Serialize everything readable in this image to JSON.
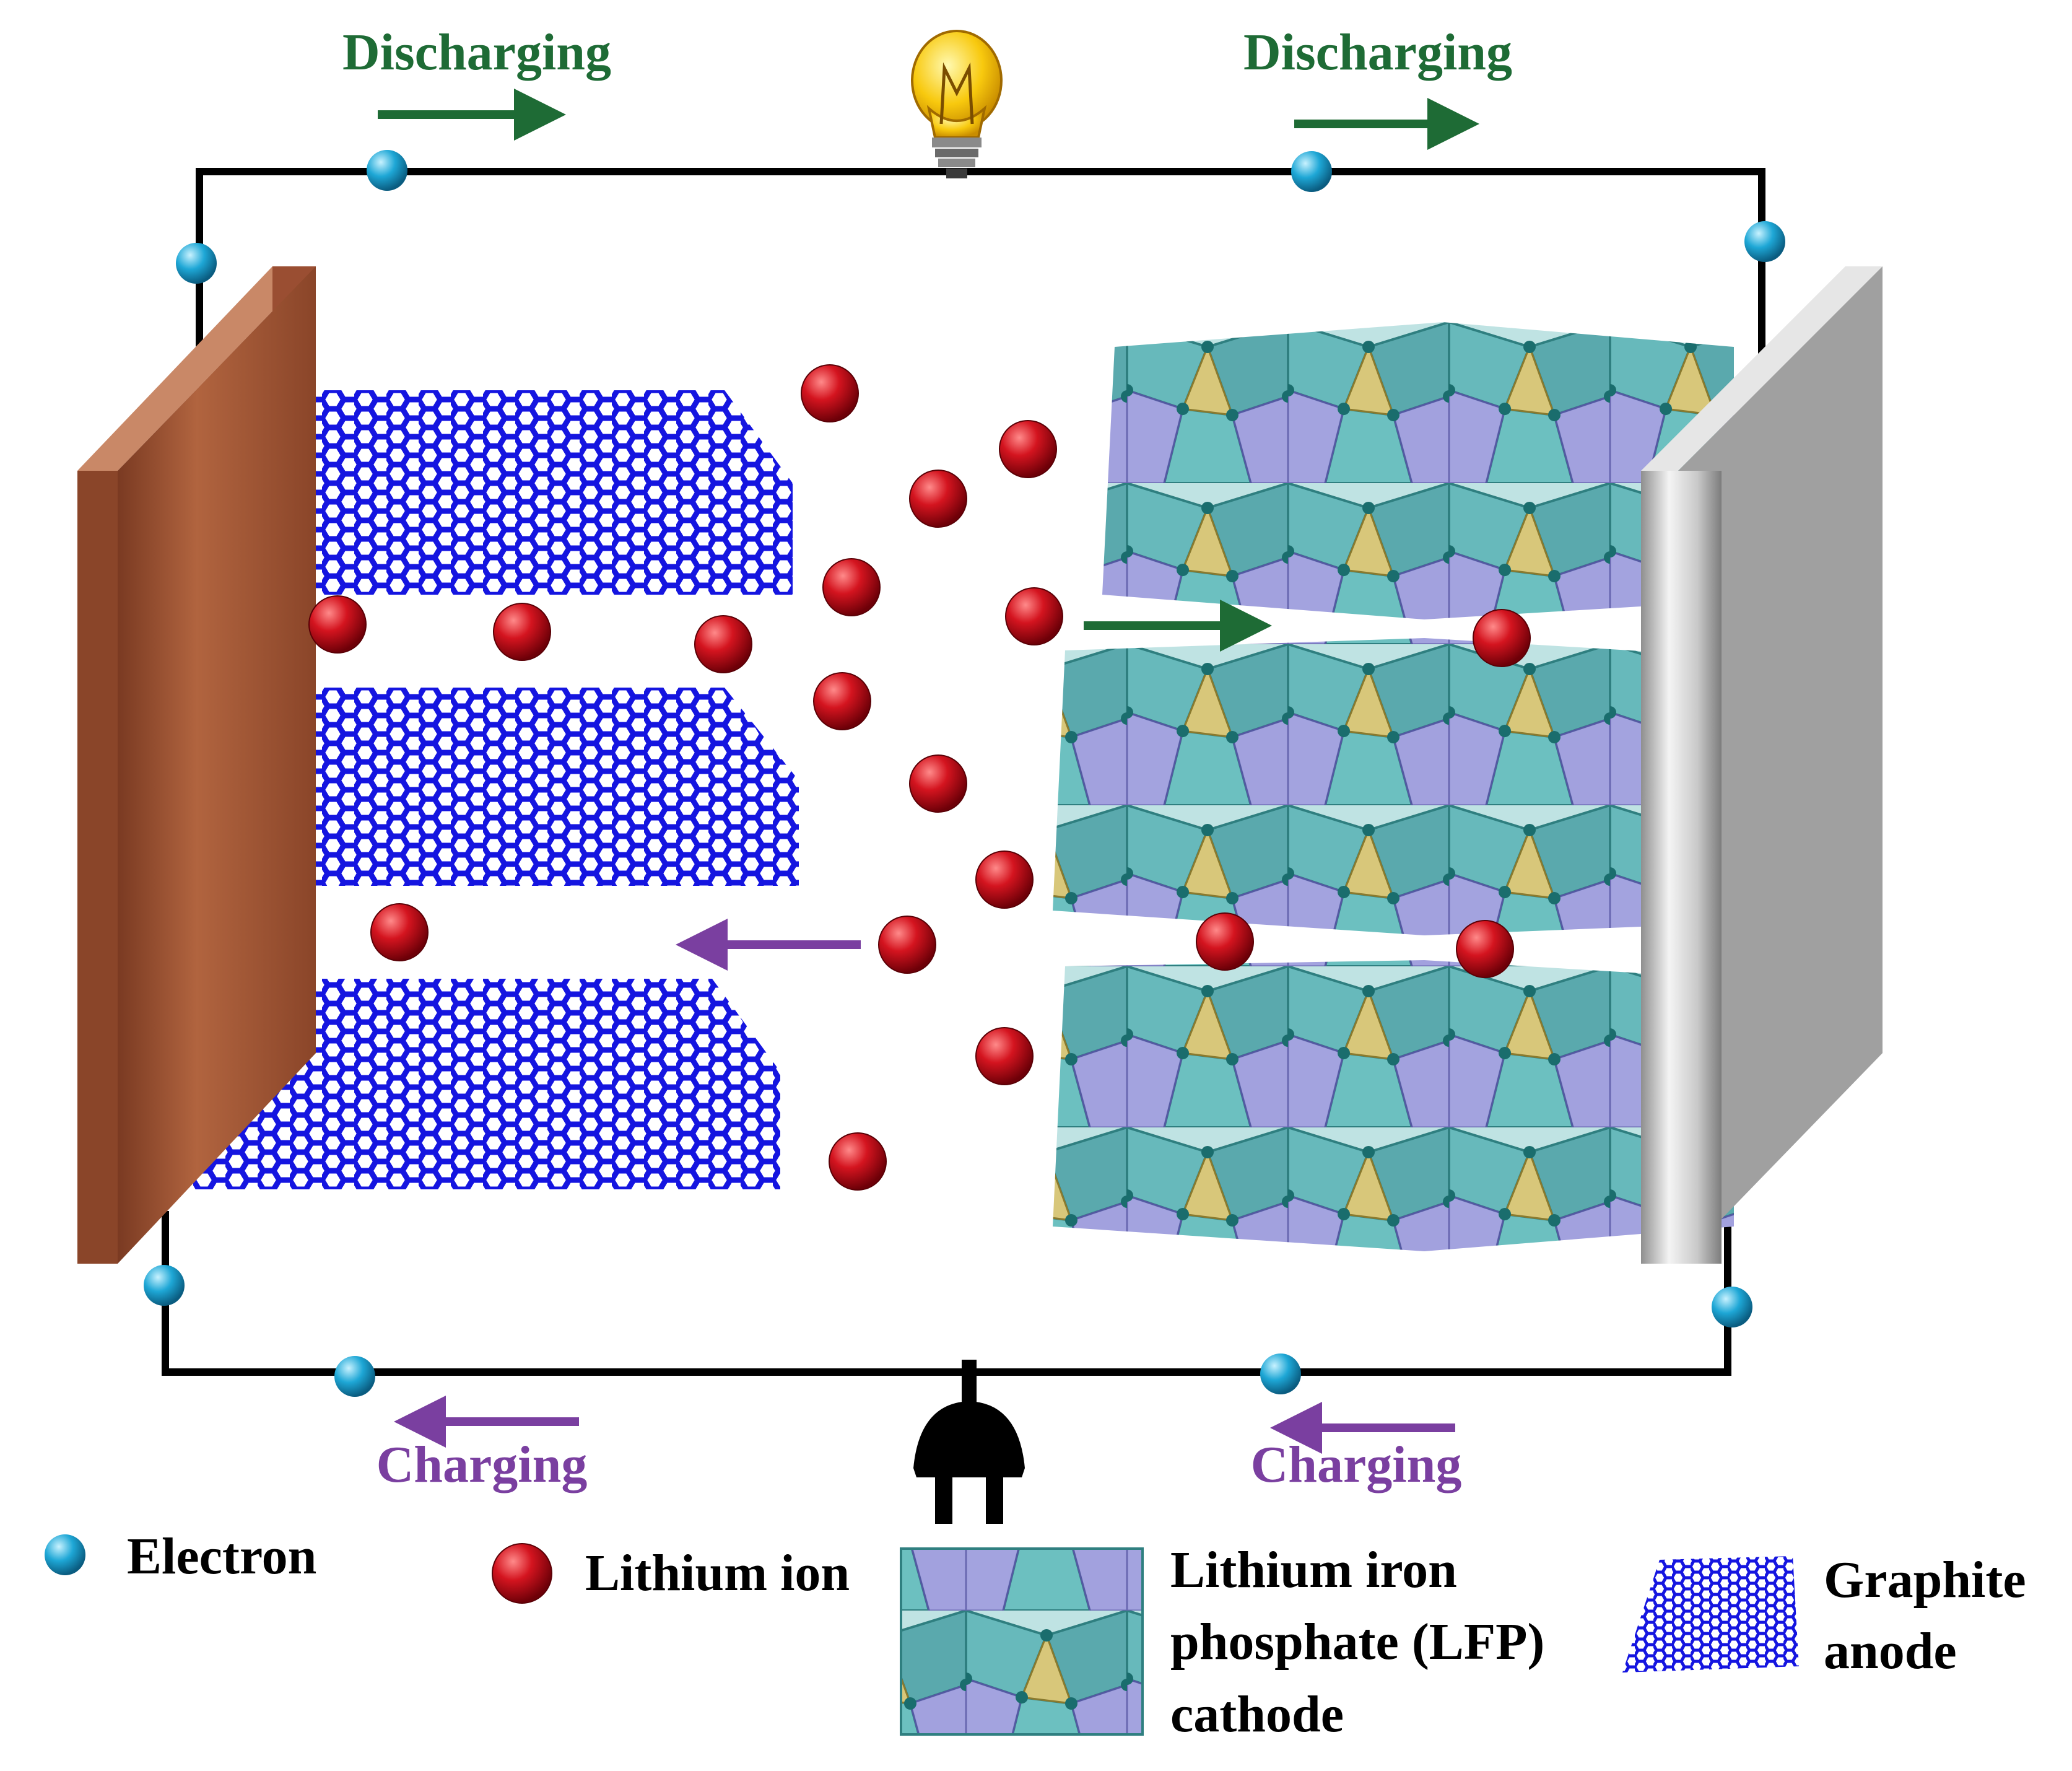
{
  "labels": {
    "discharging_left": "Discharging",
    "discharging_right": "Discharging",
    "charging_left": "Charging",
    "charging_right": "Charging"
  },
  "legend": {
    "electron": "Electron",
    "lithium_ion": "Lithium ion",
    "lfp_line1": "Lithium iron",
    "lfp_line2": "phosphate (LFP)",
    "lfp_line3": "cathode",
    "graphite_line1": "Graphite",
    "graphite_line2": "anode"
  },
  "colors": {
    "discharging": "#1e6b35",
    "charging": "#7a3fa0",
    "electron": "#1ea7d6",
    "lithium_ion": "#c0101a",
    "graphite": "#1515e0",
    "copper": "#a4573a",
    "aluminum": "#bdbdbd",
    "lfp_octahedra": "#5fb8b8",
    "lfp_phosphate": "#8f88d8"
  },
  "icons": {
    "top_center": "light-bulb-icon",
    "bottom_center": "power-plug-icon"
  }
}
